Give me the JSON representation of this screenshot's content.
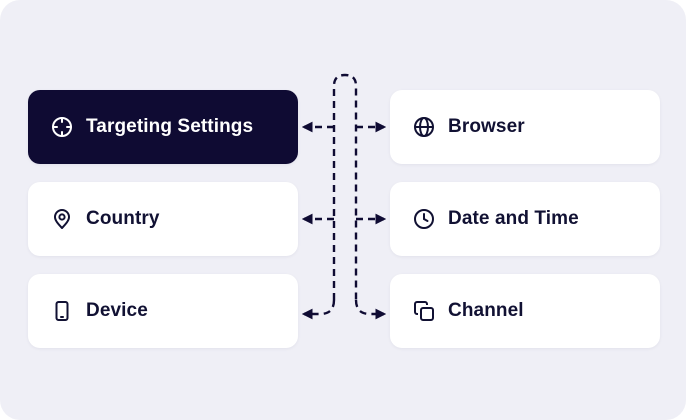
{
  "left_items": [
    {
      "label": "Targeting Settings",
      "icon": "crosshair-icon",
      "active": true
    },
    {
      "label": "Country",
      "icon": "location-pin-icon",
      "active": false
    },
    {
      "label": "Device",
      "icon": "mobile-device-icon",
      "active": false
    }
  ],
  "right_items": [
    {
      "label": "Browser",
      "icon": "globe-icon"
    },
    {
      "label": "Date and Time",
      "icon": "clock-icon"
    },
    {
      "label": "Channel",
      "icon": "copy-icon"
    }
  ],
  "colors": {
    "background": "#efeff6",
    "card": "#ffffff",
    "active_card": "#0f0b33",
    "text": "#111133",
    "connector": "#0f0b33"
  }
}
